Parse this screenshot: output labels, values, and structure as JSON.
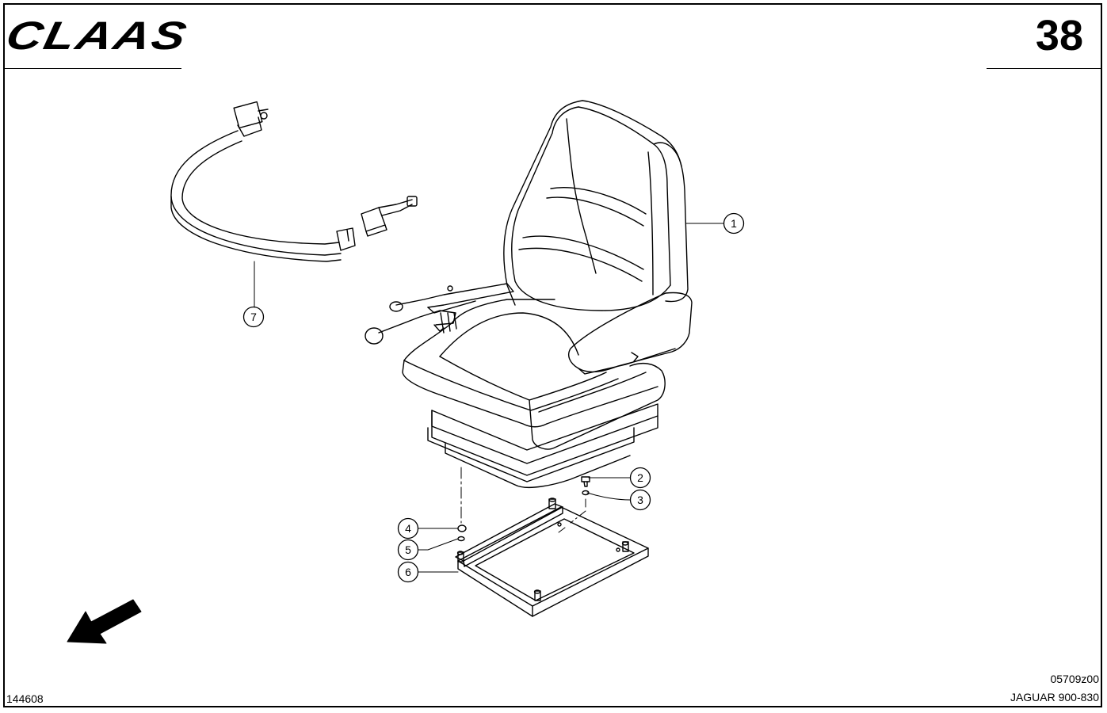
{
  "header": {
    "logo_text": "CLAAS",
    "page_number": "38"
  },
  "footer": {
    "drawing_number": "144608",
    "reference_code": "05709z00",
    "model": "JAGUAR 900-830"
  },
  "callouts": [
    {
      "id": "callout-1",
      "label": "1",
      "part": "seat"
    },
    {
      "id": "callout-2",
      "label": "2",
      "part": "screw"
    },
    {
      "id": "callout-3",
      "label": "3",
      "part": "washer"
    },
    {
      "id": "callout-4",
      "label": "4",
      "part": "nut"
    },
    {
      "id": "callout-5",
      "label": "5",
      "part": "washer"
    },
    {
      "id": "callout-6",
      "label": "6",
      "part": "mounting-frame"
    },
    {
      "id": "callout-7",
      "label": "7",
      "part": "seat-belt"
    }
  ],
  "icons": {
    "direction_arrow": "arrow-down-left-icon"
  },
  "colors": {
    "line": "#000000",
    "background": "#ffffff"
  }
}
